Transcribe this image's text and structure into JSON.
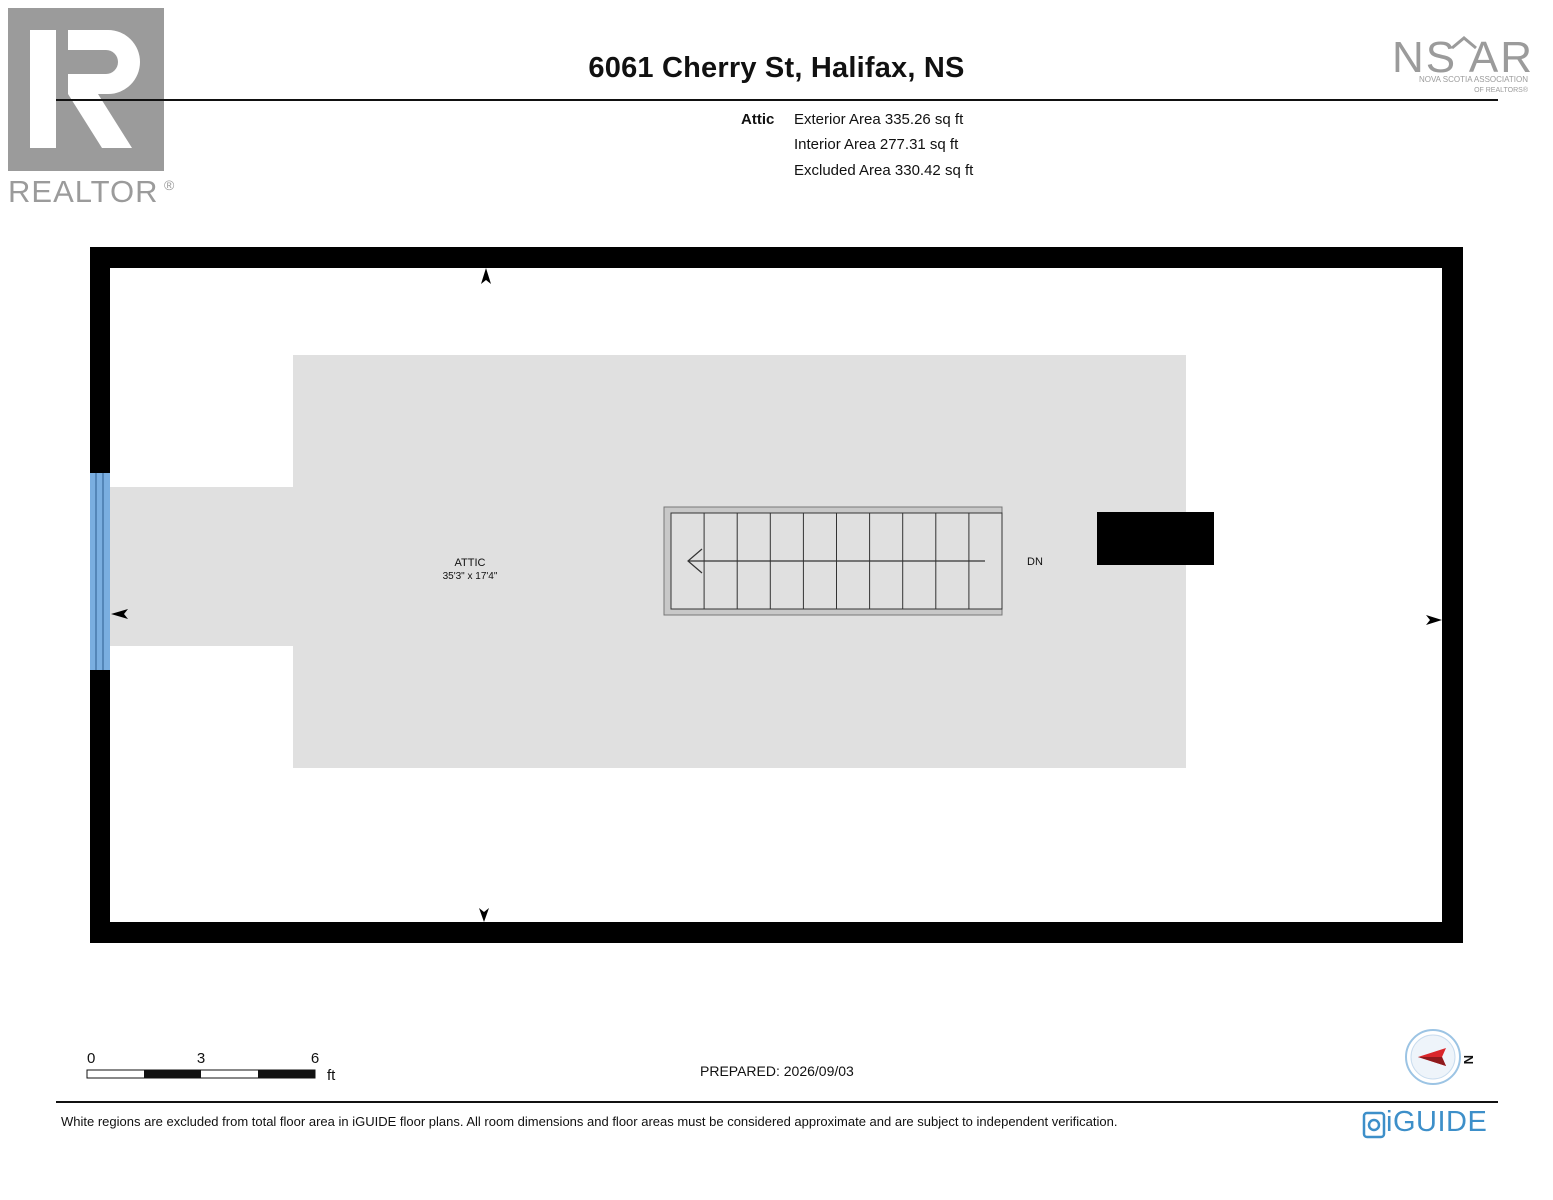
{
  "header": {
    "title": "6061 Cherry St, Halifax, NS",
    "realtor_logo_text": "REALTOR",
    "realtor_mark": "®",
    "nsar_logo_text": "NS AR",
    "nsar_subtitle_line1": "NOVA SCOTIA ASSOCIATION",
    "nsar_subtitle_line2": "OF REALTORS®"
  },
  "areas": {
    "level_label": "Attic",
    "exterior": "Exterior Area 335.26 sq ft",
    "interior": "Interior Area 277.31 sq ft",
    "excluded": "Excluded Area 330.42 sq ft"
  },
  "plan": {
    "room_name": "ATTIC",
    "room_dims": "35'3\" x 17'4\"",
    "stair_label": "DN",
    "stair_treads": 10,
    "colors": {
      "wall": "#000000",
      "room_fill": "#e0e0e0",
      "window": "#7aaee0",
      "stair_frame": "#9a9a9a"
    }
  },
  "footer": {
    "scale": {
      "ticks": [
        "0",
        "3",
        "6"
      ],
      "unit": "ft"
    },
    "prepared": "PREPARED: 2026/09/03",
    "disclaimer": "White regions are excluded from total floor area in iGUIDE floor plans. All room dimensions and floor areas must be considered approximate and are subject to independent verification.",
    "brand": "iGUIDE",
    "compass_label": "N",
    "brand_color": "#3d8fc9",
    "compass_color": "#d9262b"
  }
}
